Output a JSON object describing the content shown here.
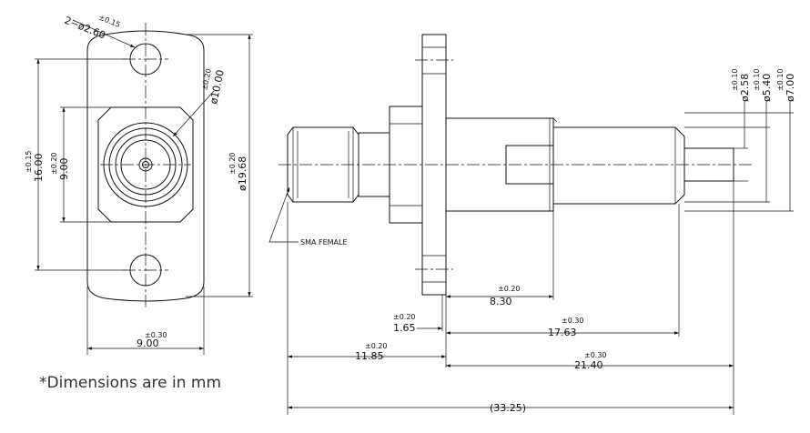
{
  "note": "*Dimensions are in mm",
  "callout": "SMA FEMALE",
  "front_view": {
    "hole_count_dia": "2−ø2.60",
    "hole_tol": "±0.15",
    "inner_dia": "ø10.00",
    "inner_dia_tol": "±0.20",
    "height_total": "16.00",
    "height_total_tol": "±0.15",
    "height_inner": "9.00",
    "height_inner_tol": "±0.20",
    "outer_dia": "ø19.68",
    "outer_dia_tol": "±0.20",
    "width": "9.00",
    "width_tol": "±0.30"
  },
  "side_view": {
    "pin_dia": "ø2.58",
    "pin_dia_tol": "±0.10",
    "mid_dia": "ø5.40",
    "mid_dia_tol": "±0.10",
    "body_dia": "ø7.00",
    "body_dia_tol": "±0.10",
    "d_8_30": "8.30",
    "d_8_30_tol": "±0.20",
    "d_1_65": "1.65",
    "d_1_65_tol": "±0.20",
    "d_17_63": "17.63",
    "d_17_63_tol": "±0.30",
    "d_11_85": "11.85",
    "d_11_85_tol": "±0.20",
    "d_21_40": "21.40",
    "d_21_40_tol": "±0.30",
    "d_total": "(33.25)"
  }
}
